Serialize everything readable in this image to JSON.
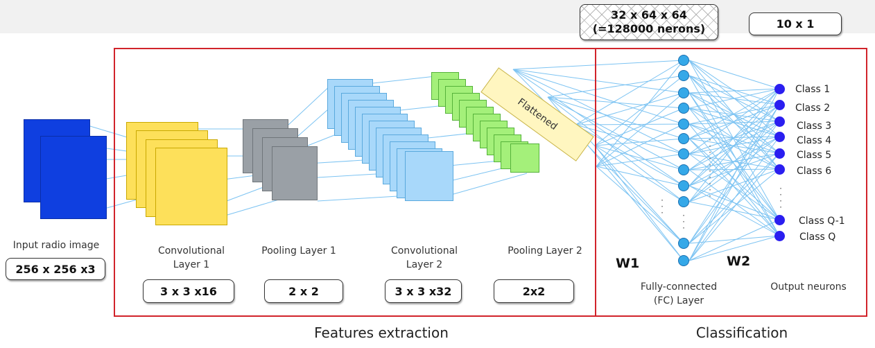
{
  "input": {
    "label": "Input radio image",
    "size": "256 x 256 x3"
  },
  "layers": [
    {
      "label_line1": "Convolutional",
      "label_line2": "Layer 1",
      "size": "3 x 3 x16"
    },
    {
      "label_line1": "Pooling Layer 1",
      "label_line2": "",
      "size": "2 x 2"
    },
    {
      "label_line1": "Convolutional",
      "label_line2": "Layer 2",
      "size": "3 x 3 x32"
    },
    {
      "label_line1": "Pooling Layer 2",
      "label_line2": "",
      "size": "2x2"
    }
  ],
  "flattened": "Flattened",
  "fc": {
    "size_line1": "32 x 64 x 64",
    "size_line2": "(=128000 nerons)",
    "label_line1": "Fully-connected",
    "label_line2": "(FC) Layer"
  },
  "output": {
    "size": "10 x 1",
    "label": "Output neurons"
  },
  "weights": {
    "w1": "W1",
    "w2": "W2"
  },
  "classes": [
    "Class 1",
    "Class 2",
    "Class 3",
    "Class 4",
    "Class 5",
    "Class 6",
    "Class Q-1",
    "Class Q"
  ],
  "sections": {
    "features": "Features extraction",
    "classification": "Classification"
  },
  "colors": {
    "frame": "#d1232a",
    "input": "#0f3fe0",
    "conv1": "#fde05a",
    "pool1": "#9aa0a6",
    "conv2": "#a8d8fa",
    "pool2": "#a4f07a",
    "fc_node": "#35a8e8",
    "output_node": "#2a1ef0",
    "connection": "#7cc3f2"
  }
}
